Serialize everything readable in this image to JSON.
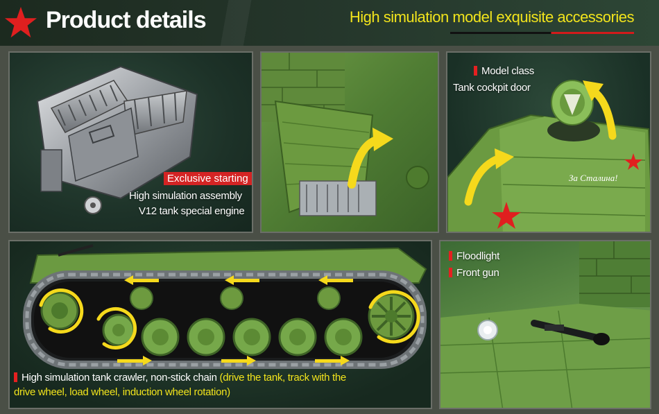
{
  "header": {
    "title": "Product details",
    "subtitle": "High simulation model exquisite accessories",
    "colors": {
      "accent_yellow": "#f2e41c",
      "accent_red": "#d21b1b",
      "background": "#1c2a1f"
    }
  },
  "panels": {
    "engine": {
      "tag": "Exclusive starting",
      "line1": "High simulation assembly",
      "line2": "V12 tank special engine"
    },
    "cockpit": {
      "line1": "Model class",
      "line2": "Tank cockpit door",
      "turret_text": "За Сталина!"
    },
    "crawler": {
      "main": "High simulation tank crawler, non-stick chain",
      "detail": "(drive the tank, track with the",
      "detail2": "drive wheel, load wheel, induction wheel rotation)"
    },
    "gun": {
      "item1": "Floodlight",
      "item2": "Front gun"
    }
  }
}
